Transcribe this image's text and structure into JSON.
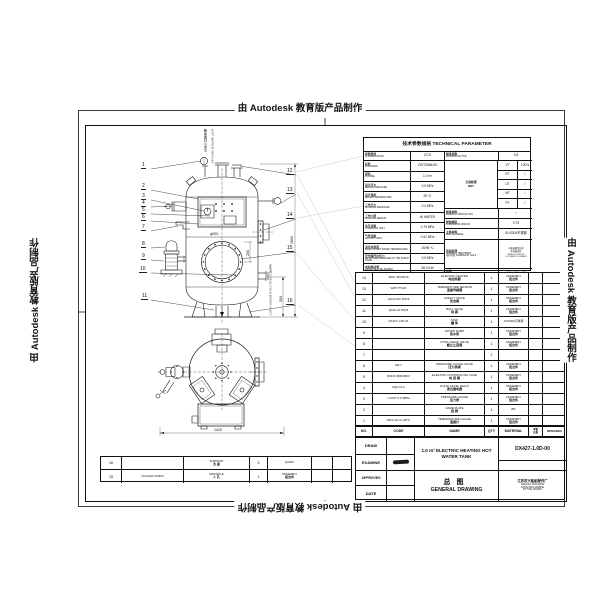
{
  "watermark": {
    "text": "由 Autodesk 教育版产品制作"
  },
  "drawing": {
    "callouts": [
      "1",
      "2",
      "3",
      "4",
      "5",
      "6",
      "7",
      "8",
      "9",
      "10",
      "11",
      "12",
      "13",
      "14",
      "15",
      "16"
    ],
    "labels": {
      "outlet_zh": "热水出口 DN50",
      "outlet_en": "HOT WATER OUTLET",
      "inlet": "冷水进口 DN25 COLD WATER INLET"
    },
    "dims": {
      "diameter": "φ920",
      "height_total": "1800",
      "height_lower": "500",
      "manhole": "200",
      "base_width": "1420"
    }
  },
  "tech_table": {
    "title": "技术参数规格 TECHNICAL PARAMETER",
    "rows": [
      {
        "zh": "容器类别",
        "en": "CLASSIFICATION",
        "value": "CCS"
      },
      {
        "zh": "标准",
        "en": "STANDARD",
        "value": "CB/T3686-95"
      },
      {
        "zh": "容积",
        "en": "VOLUME",
        "value": "1.0 m³"
      },
      {
        "zh": "设计压力",
        "en": "DESIGN PRESSURE",
        "value": "0.5 MPa"
      },
      {
        "zh": "设计温度",
        "en": "DESIGN TEMPERATURE",
        "value": "95 ℃"
      },
      {
        "zh": "工作压力",
        "en": "WORKING PRESSURE",
        "value": "0.4 MPa"
      },
      {
        "zh": "工作介质",
        "en": "WORKING MEDIUM",
        "value": "水 WATER"
      },
      {
        "zh": "水压试验",
        "en": "HYDRAULIC TEST",
        "value": "0.75 MPa"
      },
      {
        "zh": "气密试验",
        "en": "AIRTIGHT TEST",
        "value": "0.62 MPa"
      },
      {
        "zh": "进出水温度",
        "en": "INLET/OUTLET WATER TEMPERATURE",
        "value": "15/95 ℃"
      },
      {
        "zh": "安全阀开启压力",
        "en": "RESPONSE PRESSURE OF THE SAFETY VALVE",
        "value": "0.5 MPa"
      },
      {
        "zh": "电加热功率",
        "en": "RATED HEATING POWER",
        "value": "36.0 KW"
      },
      {
        "zh": "产热水量",
        "en": "HOT WATER YIELD",
        "value": "380 kg/h"
      }
    ],
    "right": {
      "welding_factor": {
        "zh": "焊接系数",
        "en": "WELDING FACTOR",
        "value": "0.8"
      },
      "ndt_zh": "无损检测",
      "ndt_en": "NDT",
      "ndt_rows": [
        {
          "k": "VT",
          "v": "100%"
        },
        {
          "k": "RT",
          "v": "/"
        },
        {
          "k": "UT",
          "v": "/"
        },
        {
          "k": "MT",
          "v": "/"
        },
        {
          "k": "PT",
          "v": "/"
        }
      ],
      "welding_production": {
        "zh": "焊接材料",
        "en": "WELDING PRODUCTION",
        "value": "/"
      },
      "corrosion_margin": {
        "zh": "腐蚀裕度",
        "en": "CORROSION MARGIN",
        "value": "0.75"
      },
      "main_material": {
        "zh": "主体材料",
        "en": "MAIN MATERIAL",
        "value": "SUS304不锈钢"
      },
      "surface_treatment": {
        "zh": "表面处理",
        "en": "SURFACE TREATMENT",
        "extra": "喷砂除锈 SANDBLAST Sa2.5",
        "v1": "内表面酸洗钝化",
        "v2": "外表面抛光",
        "v3": "INSIDE PICKLED",
        "v4": "OUTSIDE POLISHED"
      },
      "power": {
        "zh": "电源",
        "en": "POWER",
        "value": "440V/60Hz/3Φ"
      }
    }
  },
  "bom": {
    "headers": {
      "no": "NO.",
      "code": "CODE",
      "name": "NAME",
      "qty": "QTY",
      "material": "MATERIAL",
      "weight_a": "单重",
      "weight_b": "总重",
      "remarks": "REMARKS"
    },
    "rows": [
      {
        "no": "14",
        "code": "380V 4500W×8",
        "name_en": "ELECTRIC HEATER",
        "name_zh": "电加热器",
        "qty": "1",
        "mat_en": "ASSEMBLY",
        "mat_zh": "组合件",
        "wt": "",
        "remark": ""
      },
      {
        "no": "13",
        "code": "WZP PT100",
        "name_en": "TEMPERATURE SENSOR",
        "name_zh": "温度传感器",
        "qty": "1",
        "mat_en": "ASSEMBLY",
        "mat_zh": "组合件",
        "wt": "",
        "remark": ""
      },
      {
        "no": "12",
        "code": "A41H-16C DN15",
        "name_en": "SAFETY VALVE",
        "name_zh": "安全阀",
        "qty": "1",
        "mat_en": "ASSEMBLY",
        "mat_zh": "组合件",
        "wt": "",
        "remark": ""
      },
      {
        "no": "11",
        "code": "Q41F-16 DN15",
        "name_en": "BALL VALVE",
        "name_zh": "球 阀",
        "qty": "1",
        "mat_en": "ASSEMBLY",
        "mat_zh": "组合件",
        "wt": "",
        "remark": ""
      },
      {
        "no": "10",
        "code": "DX427-1.0D-01",
        "name_en": "TANK",
        "name_zh": "罐 体",
        "qty": "1",
        "mat_en": "SUS304不锈钢",
        "mat_zh": "",
        "wt": "",
        "remark": ""
      },
      {
        "no": "9",
        "code": "",
        "name_en": "WATER PUMP",
        "name_zh": "热水泵",
        "qty": "1",
        "mat_en": "ASSEMBLY",
        "mat_zh": "组合件",
        "wt": "",
        "remark": ""
      },
      {
        "no": "8",
        "code": "",
        "name_en": "STOP-CHECK VALVE",
        "name_zh": "截止止回阀",
        "qty": "1",
        "mat_en": "ASSEMBLY",
        "mat_zh": "组合件",
        "wt": "",
        "remark": ""
      },
      {
        "no": "7",
        "code": "",
        "name_en": "",
        "name_zh": "",
        "qty": "1",
        "mat_en": "",
        "mat_zh": "",
        "wt": "",
        "remark": ""
      },
      {
        "no": "6",
        "code": "GB-T",
        "name_en": "PRESSURE GAUGE VALVE",
        "name_zh": "压力表阀",
        "qty": "1",
        "mat_en": "ASSEMBLY",
        "mat_zh": "组合件",
        "wt": "",
        "remark": ""
      },
      {
        "no": "5",
        "code": "RSFD 4500/380V",
        "name_en": "ELECTRIC CONTROLLING CASE",
        "name_zh": "电 控 箱",
        "qty": "1",
        "mat_en": "ASSEMBLY",
        "mat_zh": "组合件",
        "wt": "",
        "remark": ""
      },
      {
        "no": "4",
        "code": "UQK-01-C",
        "name_en": "LIQUID LEVEL RELAY",
        "name_zh": "液位继电器",
        "qty": "1",
        "mat_en": "ASSEMBLY",
        "mat_zh": "组合件",
        "wt": "",
        "remark": ""
      },
      {
        "no": "3",
        "code": "Y-100T 0-1.0MPa",
        "name_en": "PRESSURE GAUGE",
        "name_zh": "压力表",
        "qty": "1",
        "mat_en": "ASSEMBLY",
        "mat_zh": "组合件",
        "wt": "",
        "remark": ""
      },
      {
        "no": "2",
        "code": "",
        "name_en": "NAME PLATE",
        "name_zh": "铭 牌",
        "qty": "1",
        "mat_en": "BR",
        "mat_zh": "",
        "wt": "",
        "remark": ""
      },
      {
        "no": "1",
        "code": "WSS-411 0-100℃",
        "name_en": "TEMPERATURE GAUGE",
        "name_zh": "温度计",
        "qty": "1",
        "mat_en": "ASSEMBLY",
        "mat_zh": "组合件",
        "wt": "",
        "remark": ""
      }
    ],
    "extra_rows": [
      {
        "no": "16",
        "code": "",
        "name_en": "SUPPORT",
        "name_zh": "支 座",
        "qty": "3",
        "mat_en": "Q235A",
        "mat_zh": "",
        "wt": "",
        "remark": ""
      },
      {
        "no": "15",
        "code": "HG21515 DN450",
        "name_en": "MANHOLE",
        "name_zh": "人 孔",
        "qty": "1",
        "mat_en": "ASSEMBLY",
        "mat_zh": "组合件",
        "wt": "",
        "remark": ""
      }
    ]
  },
  "title_block": {
    "draw_label": "DRAW",
    "examine_label": "EXAMINE",
    "approved_label": "APPROVED",
    "date_label": "DATE",
    "product_name": "1.0 m³ ELECTRIC HEATING HOT WATER TANK",
    "title_zh": "总图",
    "title_en": "GENERAL DRAWING",
    "drawing_no": "DX427-1.0D-00",
    "company_zh": "江苏东兴船舶配件厂",
    "company_en1": "JIANGSU JINGJIANG",
    "company_en2": "DONGXING MARINE",
    "company_en3": "FITTING WORKS"
  }
}
